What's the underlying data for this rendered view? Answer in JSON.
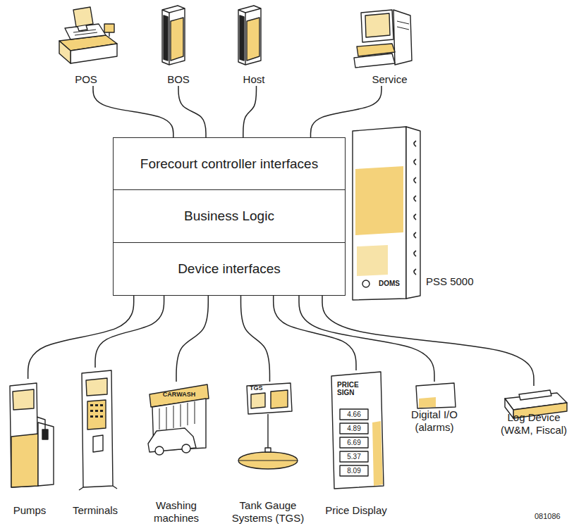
{
  "diagram": {
    "nodes": [
      {
        "text": [
          "POS"
        ]
      },
      {
        "text": [
          "BOS"
        ]
      },
      {
        "text": [
          "Host"
        ]
      },
      {
        "text": [
          "Service"
        ]
      },
      {
        "text": [
          "Forecourt controller interfaces"
        ]
      },
      {
        "text": [
          "Business Logic"
        ]
      },
      {
        "text": [
          "Device interfaces"
        ]
      },
      {
        "text": [
          "Pumps"
        ]
      },
      {
        "text": [
          "Terminals"
        ]
      },
      {
        "text": [
          "Washing machines"
        ]
      },
      {
        "text": [
          "Tank Gauge Systems (TGS)"
        ]
      },
      {
        "text": [
          "Price Display"
        ]
      },
      {
        "text": [
          "Digital I/O (alarms)"
        ]
      },
      {
        "text": [
          "Log Device (W&M, Fiscal)"
        ]
      }
    ],
    "edges": [
      {
        "from": 0,
        "to": 4,
        "arrow": "none"
      },
      {
        "from": 1,
        "to": 4,
        "arrow": "none"
      },
      {
        "from": 2,
        "to": 4,
        "arrow": "none"
      },
      {
        "from": 3,
        "to": 4,
        "arrow": "none"
      },
      {
        "from": 6,
        "to": 7,
        "arrow": "none"
      },
      {
        "from": 6,
        "to": 8,
        "arrow": "none"
      },
      {
        "from": 6,
        "to": 9,
        "arrow": "none"
      },
      {
        "from": 6,
        "to": 10,
        "arrow": "none"
      },
      {
        "from": 6,
        "to": 11,
        "arrow": "none"
      },
      {
        "from": 6,
        "to": 12,
        "arrow": "none"
      },
      {
        "from": 6,
        "to": 13,
        "arrow": "none"
      }
    ],
    "labels": [
      "PSS 5000",
      "DOMS",
      "CARWASH",
      "TGS",
      "PRICE SIGN",
      "4.66",
      "4.89",
      "6.69",
      "5.37",
      "8.09",
      "081086"
    ]
  }
}
